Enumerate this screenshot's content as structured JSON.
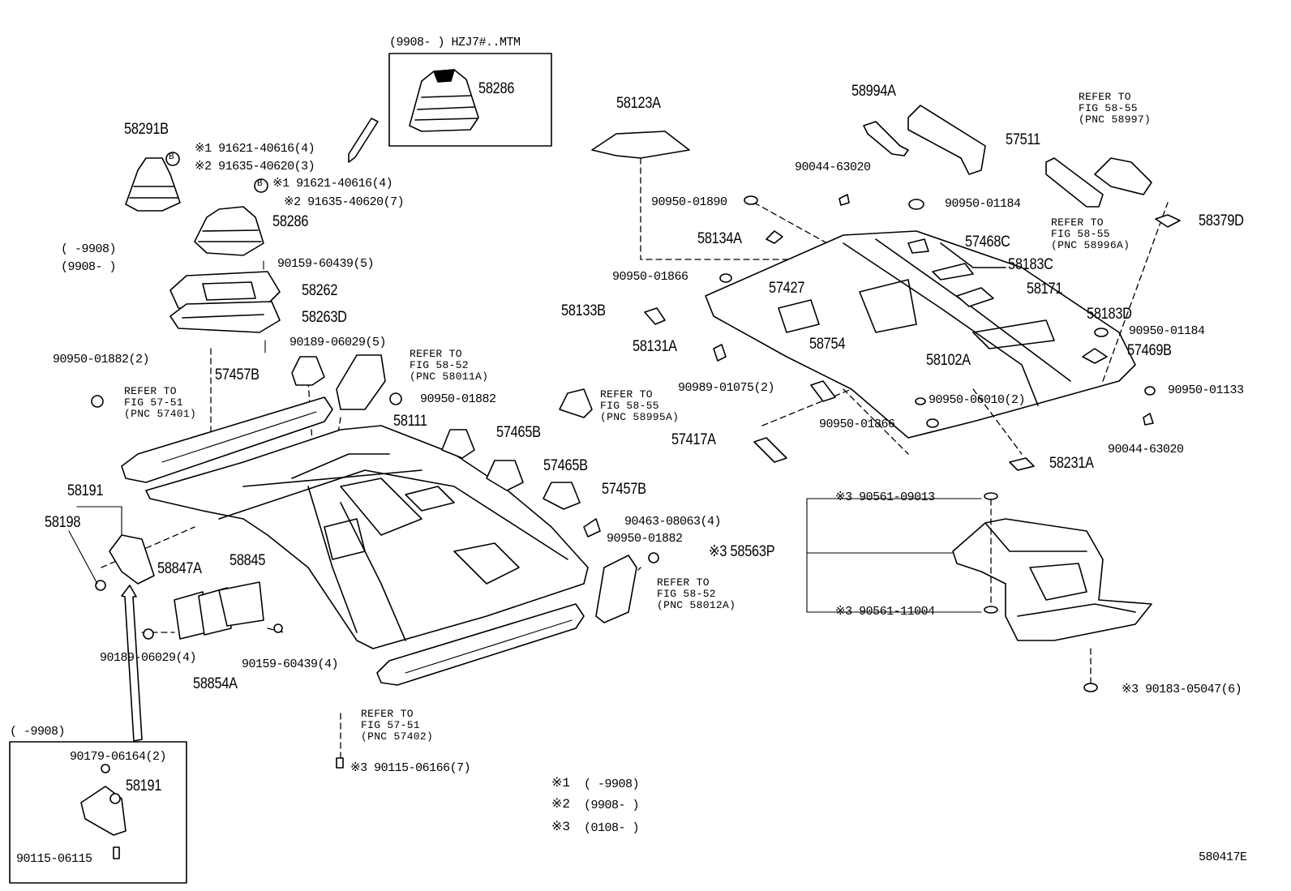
{
  "diagram_id": "580417E",
  "notes": {
    "n1": "※1",
    "n1_range": "(     -9908)",
    "n2": "※2",
    "n2_range": "(9908-     )",
    "n3": "※3",
    "n3_range": "(0108-     )"
  },
  "inset_top": {
    "caption": "(9908-      ) HZJ7#..MTM",
    "part": "58286"
  },
  "inset_bottom": {
    "caption": "(      -9908)",
    "parts": [
      "90179-06164(2)",
      "58191",
      "90115-06115"
    ]
  },
  "left_range_1": "(      -9908)",
  "left_range_2": "(9908-      )",
  "labels": {
    "p58291B": "58291B",
    "p91621_a": "※1 91621-40616(4)",
    "p91635_a": "※2 91635-40620(3)",
    "p91621_b": "※1 91621-40616(4)",
    "p91635_b": "※2 91635-40620(7)",
    "b_mark": "B",
    "p58286": "58286",
    "p90159_top": "90159-60439(5)",
    "p58262": "58262",
    "p58263D": "58263D",
    "p90189_top": "90189-06029(5)",
    "p90950_01882_2": "90950-01882(2)",
    "p57457B_a": "57457B",
    "p90950_01882_a": "90950-01882",
    "p58111": "58111",
    "p57465B_a": "57465B",
    "p57465B_b": "57465B",
    "p57457B_b": "57457B",
    "p90463": "90463-08063(4)",
    "p90950_01882_b": "90950-01882",
    "p58191": "58191",
    "p58198": "58198",
    "p58847A": "58847A",
    "p58845": "58845",
    "p90189_bot": "90189-06029(4)",
    "p90159_bot": "90159-60439(4)",
    "p58854A": "58854A",
    "p90115_06166": "※3 90115-06166(7)",
    "p58123A": "58123A",
    "p58994A": "58994A",
    "p57511": "57511",
    "p90044_a": "90044-63020",
    "p90950_01890": "90950-01890",
    "p90950_01184_a": "90950-01184",
    "p58134A": "58134A",
    "p57468C": "57468C",
    "p58183C": "58183C",
    "p90950_01866_a": "90950-01866",
    "p57427": "57427",
    "p58171": "58171",
    "p58133B": "58133B",
    "p58183D": "58183D",
    "p90950_01184_b": "90950-01184",
    "p58131A": "58131A",
    "p58754": "58754",
    "p58102A": "58102A",
    "p57469B": "57469B",
    "p90989": "90989-01075(2)",
    "p90950_06010": "90950-06010(2)",
    "p90950_01133": "90950-01133",
    "p90950_01866_b": "90950-01866",
    "p57417A": "57417A",
    "p90044_b": "90044-63020",
    "p58231A": "58231A",
    "p58379D": "58379D",
    "p90561_09013": "※3 90561-09013",
    "p58563P": "※3 58563P",
    "p90561_11004": "※3 90561-11004",
    "p90183": "※3 90183-05047(6)"
  },
  "refs": {
    "r_57401": [
      "REFER TO",
      "FIG 57-51",
      "(PNC 57401)"
    ],
    "r_58011A": [
      "REFER TO",
      "FIG 58-52",
      "(PNC 58011A)"
    ],
    "r_58995A": [
      "REFER TO",
      "FIG 58-55",
      "(PNC 58995A)"
    ],
    "r_58012A": [
      "REFER TO",
      "FIG 58-52",
      "(PNC 58012A)"
    ],
    "r_57402": [
      "REFER TO",
      "FIG 57-51",
      "(PNC 57402)"
    ],
    "r_58997": [
      "REFER TO",
      "FIG 58-55",
      "(PNC 58997)"
    ],
    "r_58996A": [
      "REFER TO",
      "FIG 58-55",
      "(PNC 58996A)"
    ]
  }
}
